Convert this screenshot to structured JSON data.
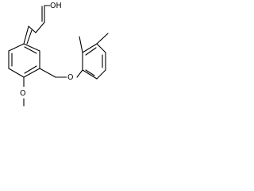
{
  "structure": {
    "atoms": {
      "carboxyl_oh": "OH",
      "ring_ether_oxygen": "O",
      "methoxy_oxygen": "O"
    },
    "substituent_labels": {
      "methoxy_group": "O"
    }
  }
}
